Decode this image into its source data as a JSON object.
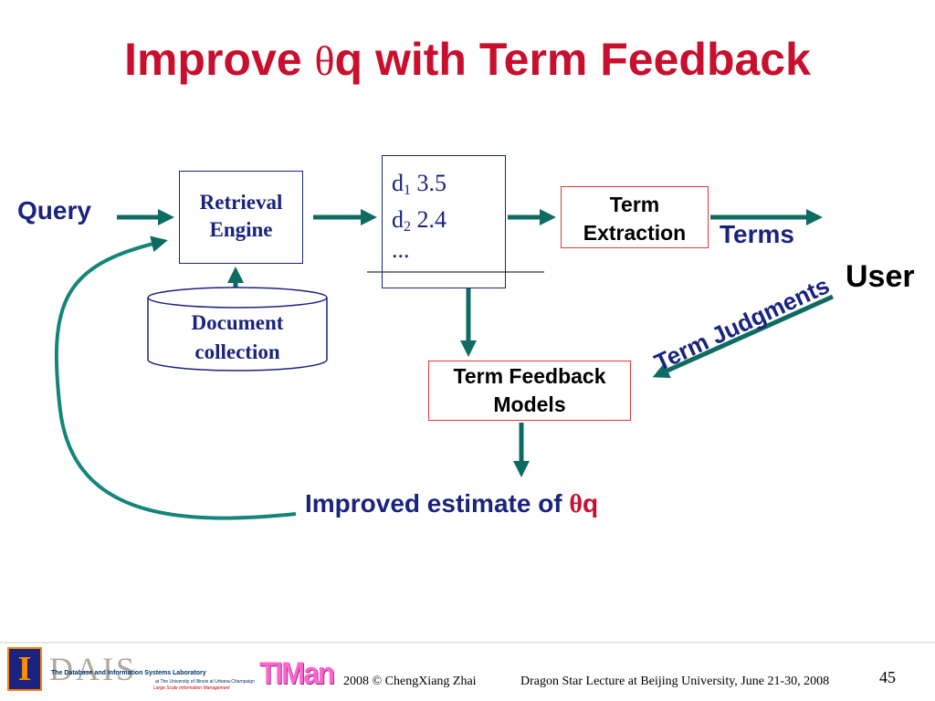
{
  "slide": {
    "title_prefix": "Improve ",
    "title_theta": "θ",
    "title_suffix": "q with Term Feedback",
    "page_number": "45"
  },
  "diagram": {
    "query_label": "Query",
    "retrieval_engine": [
      "Retrieval",
      "Engine"
    ],
    "results": [
      {
        "doc": "d",
        "sub": "1",
        "score": " 3.5"
      },
      {
        "doc": "d",
        "sub": "2",
        "score": " 2.4"
      }
    ],
    "results_more": "...",
    "document_collection": [
      "Document",
      "collection"
    ],
    "term_extraction": [
      "Term",
      "Extraction"
    ],
    "terms_label": "Terms",
    "user_label": "User",
    "term_judgments_label": "Term Judgments",
    "term_feedback_models": [
      "Term Feedback",
      "Models"
    ],
    "improved_prefix": "Improved estimate of ",
    "improved_theta": "θ",
    "improved_q": "q"
  },
  "footer": {
    "logo_letter": "I",
    "dais_word": "DAIS",
    "dais_lab": "The Database and Information Systems Laboratory",
    "dais_univ": "at The University of Illinois at Urbana-Champaign",
    "dais_tagline": "Large Scale Information Management",
    "timan": "TIMan",
    "year_copyright": "2008  © ChengXiang Zhai",
    "lecture": "Dragon Star Lecture at Beijing University, June 21-30, 2008"
  },
  "colors": {
    "title_red": "#c8102e",
    "label_navy": "#1a237e",
    "arrow_teal": "#0e6b62",
    "box_red_border": "#e53935"
  }
}
